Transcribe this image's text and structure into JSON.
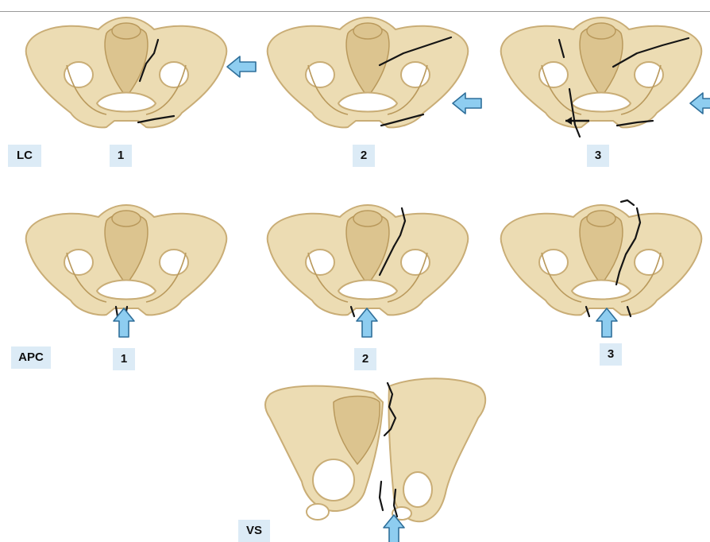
{
  "groups": {
    "lc": {
      "label": "LC",
      "stages": [
        "1",
        "2",
        "3"
      ]
    },
    "apc": {
      "label": "APC",
      "stages": [
        "1",
        "2",
        "3"
      ]
    },
    "vs": {
      "label": "VS"
    }
  },
  "colors": {
    "bone_fill": "#ecdcb3",
    "bone_outline": "#c9ad76",
    "fracture_line": "#151515",
    "force_arrow": "#8ecdf0",
    "label_background": "#dcebf6"
  },
  "icons": [
    "force-arrow-icon",
    "fracture-line"
  ]
}
